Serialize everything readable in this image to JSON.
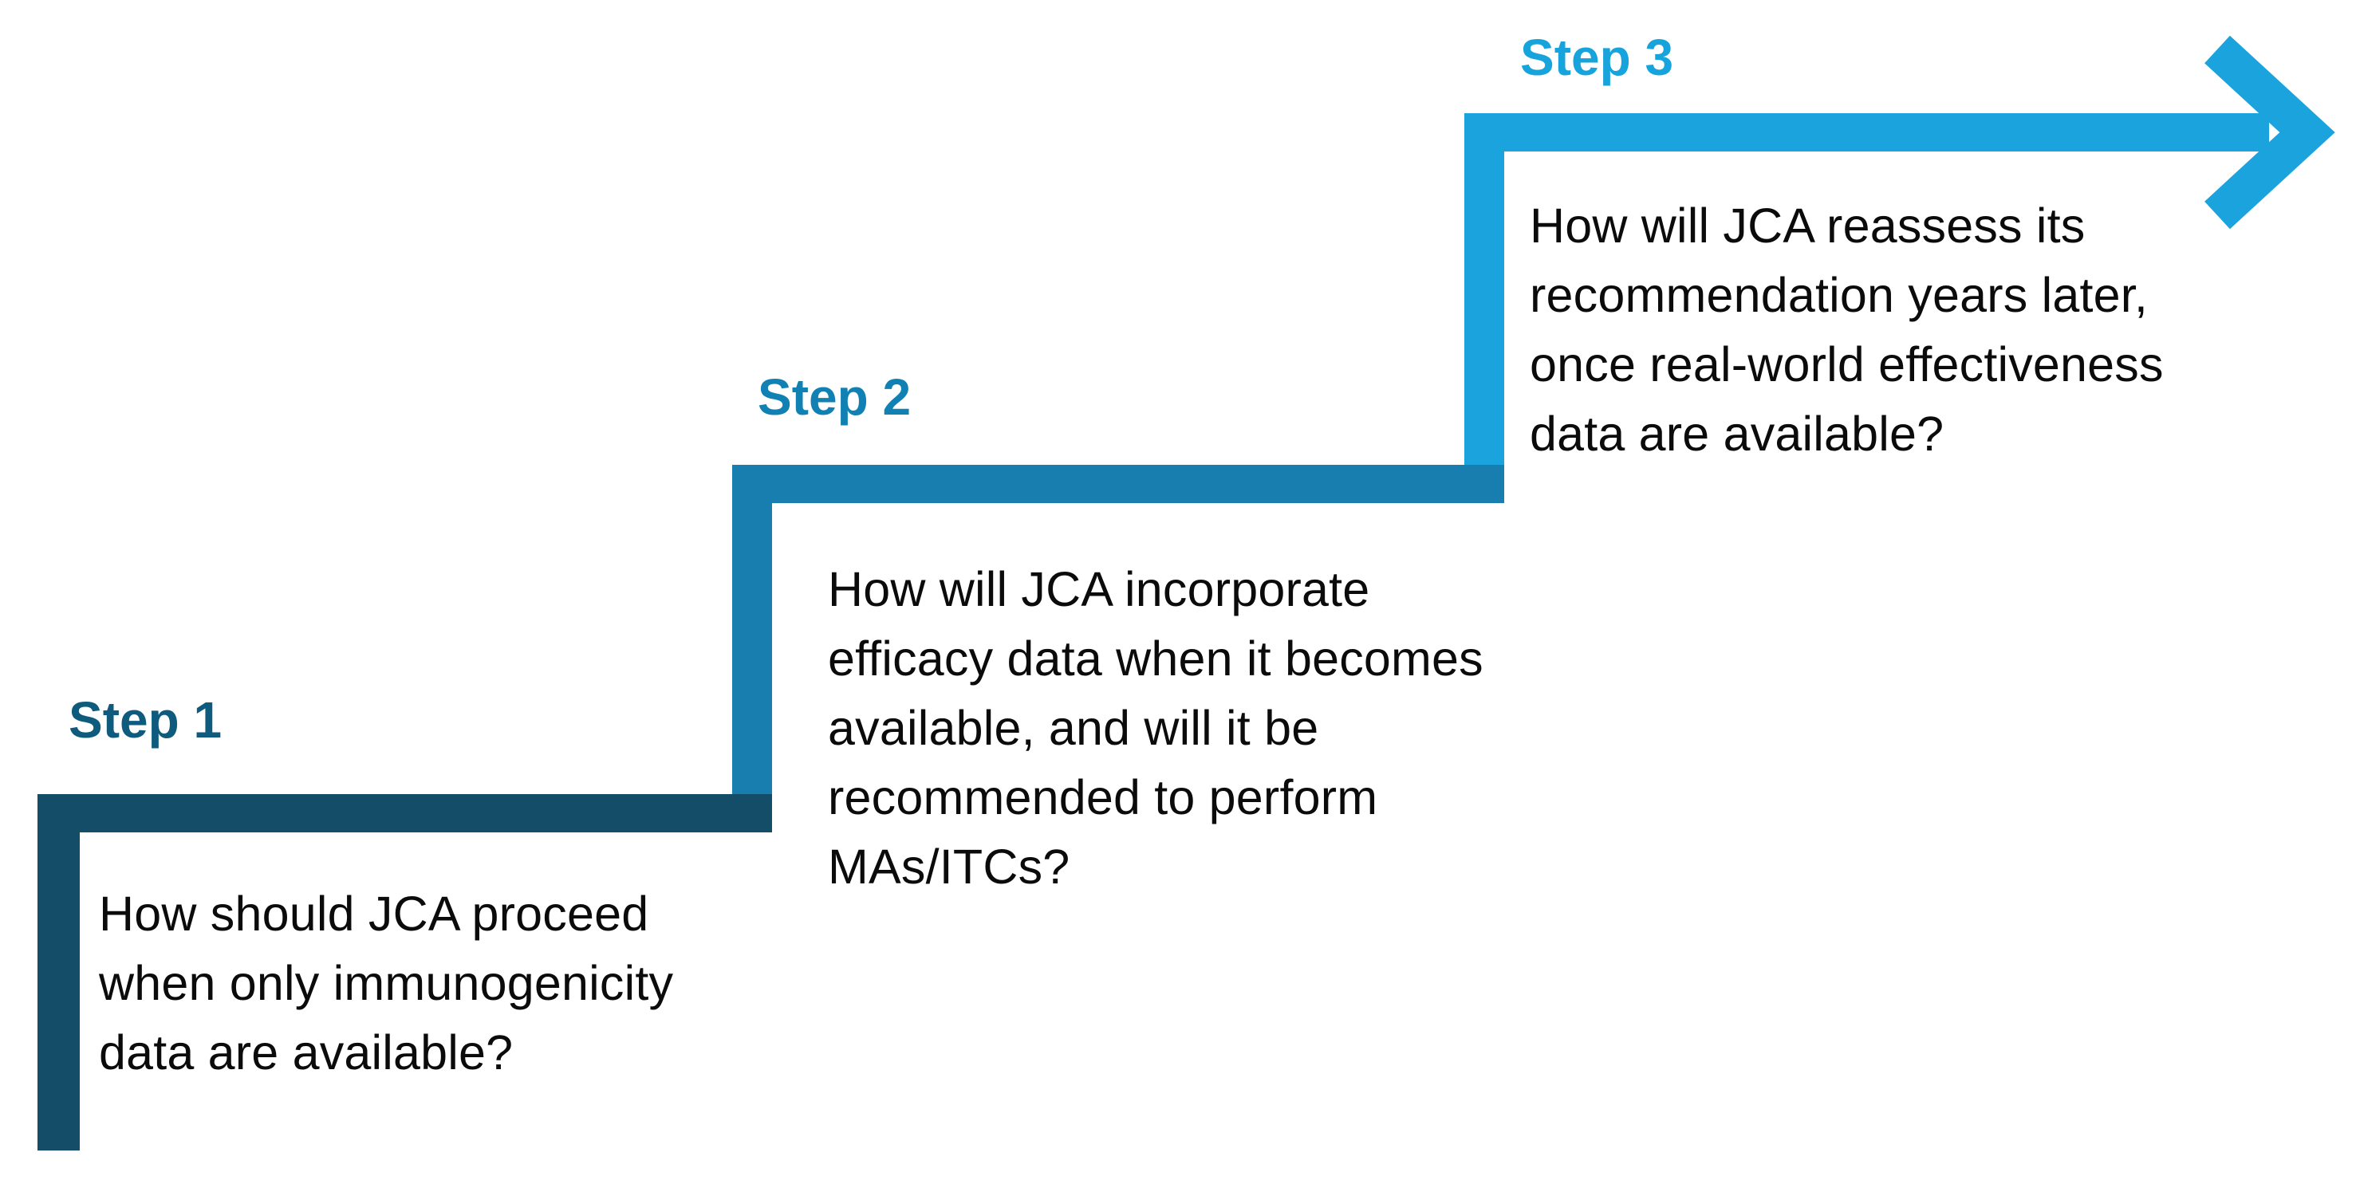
{
  "diagram": {
    "title": "",
    "background_color": "#ffffff",
    "text_color": "#0b0b0b",
    "steps": [
      {
        "label": "Step 1",
        "text": "How should JCA proceed when only immunogenicity data are available?",
        "label_color": "#0E5B7D",
        "bar_color": "#134D68"
      },
      {
        "label": "Step 2",
        "text": "How will JCA incorporate efficacy data when it becomes available, and will it be recommended to perform MAs/ITCs?",
        "label_color": "#1180B2",
        "bar_color": "#177EAF"
      },
      {
        "label": "Step 3",
        "text": "How will JCA reassess its recommendation years later, once real-world effectiveness data are available?",
        "label_color": "#17A3DB",
        "bar_color": "#1AA3DC"
      }
    ],
    "arrow": {
      "direction": "right",
      "color": "#1AA3DC"
    }
  }
}
